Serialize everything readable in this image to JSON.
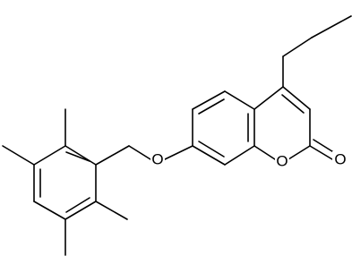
{
  "diagram": {
    "type": "skeletal-structure",
    "atoms": {
      "ether_oxygen": "O",
      "ring_oxygen": "O",
      "carbonyl_oxygen": "O"
    },
    "colors": {
      "bond": "#000000",
      "background": "#ffffff"
    }
  }
}
